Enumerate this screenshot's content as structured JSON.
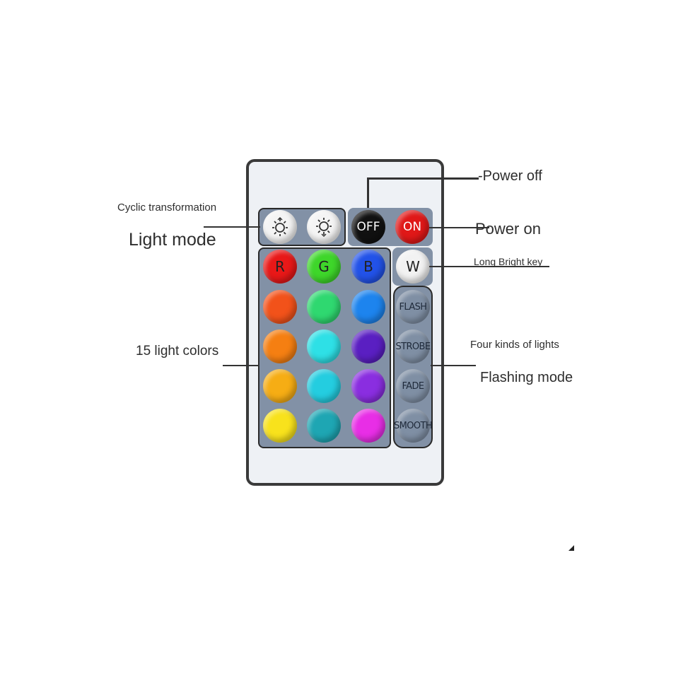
{
  "annotations": {
    "power_off": "-Power off",
    "cyclic_transformation": "Cyclic transformation",
    "light_mode": "Light mode",
    "power_on": "Power on",
    "long_bright_key": "Long Bright key",
    "fifteen_light_colors": "15 light colors",
    "four_kinds_of_lights": "Four kinds of lights",
    "flashing_mode": "Flashing mode"
  },
  "buttons": {
    "brightness_up_icon": "brightness-up-icon",
    "brightness_down_icon": "brightness-down-icon",
    "off": "OFF",
    "on": "ON",
    "r": "R",
    "g": "G",
    "b": "B",
    "w": "W",
    "flash": "FLASH",
    "strobe": "STROBE",
    "fade": "FADE",
    "smooth": "SMOOTH"
  },
  "color_buttons": [
    "#e81818",
    "#3ed62a",
    "#2252e8",
    "#f2521a",
    "#2fd870",
    "#1d84ee",
    "#f57f12",
    "#2ee0e6",
    "#5a1fc2",
    "#f6ad14",
    "#24cde0",
    "#8a2ee0",
    "#f8e21c",
    "#1ea6b3",
    "#e82ee6"
  ],
  "colors": {
    "remote_border": "#3a3a3a",
    "remote_body": "#eef1f5",
    "panel": "#8291a6",
    "mode_button": "#7f8fa4",
    "white_button": "#f2f2f2",
    "off_button": "#111111",
    "on_button": "#e01818"
  }
}
